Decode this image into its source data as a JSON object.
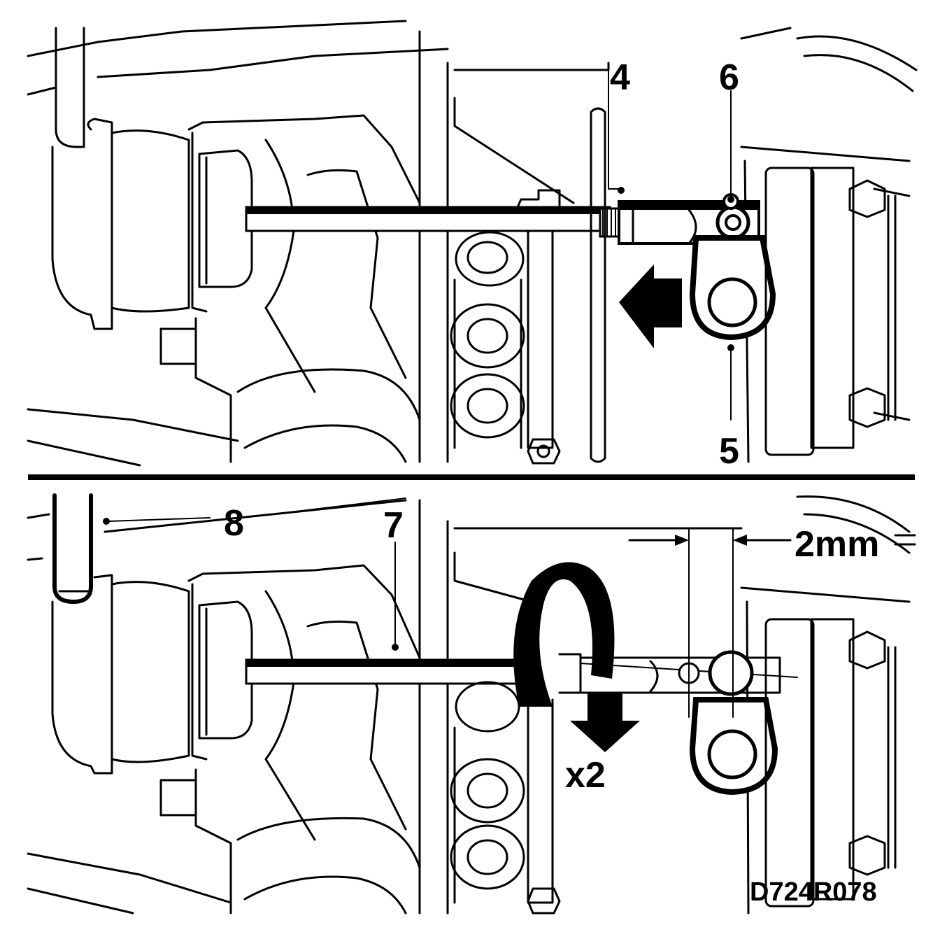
{
  "callouts": {
    "top": {
      "rod_label": "4",
      "bolt_label": "5",
      "nut_label": "6"
    },
    "bottom": {
      "rod_label": "7",
      "tool_label": "8",
      "gap_label": "2mm",
      "turns_label": "x2"
    }
  },
  "figure_code": "D724R078"
}
